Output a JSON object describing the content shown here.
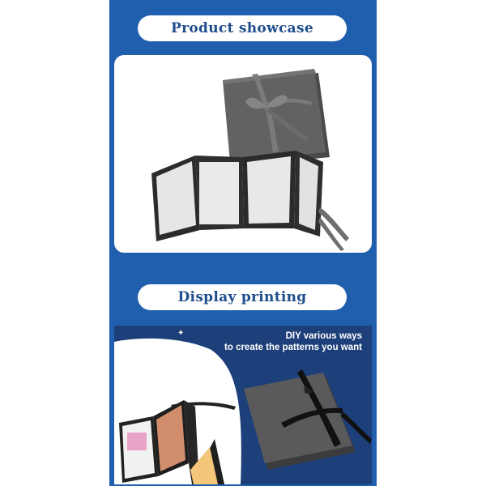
{
  "sections": {
    "showcase": {
      "title": "Product showcase"
    },
    "printing": {
      "title": "Display printing"
    }
  },
  "banner": {
    "line1": "DIY various ways",
    "line2": "to create the patterns you want"
  },
  "colors": {
    "panel_blue": "#1f5fae",
    "banner_navy": "#1d3f7a",
    "heading_text": "#1f4e8c",
    "album_cover": "#5e5e60",
    "ribbon": "#6f6f71"
  },
  "icons": {
    "sparkle": "sparkle-icon"
  }
}
